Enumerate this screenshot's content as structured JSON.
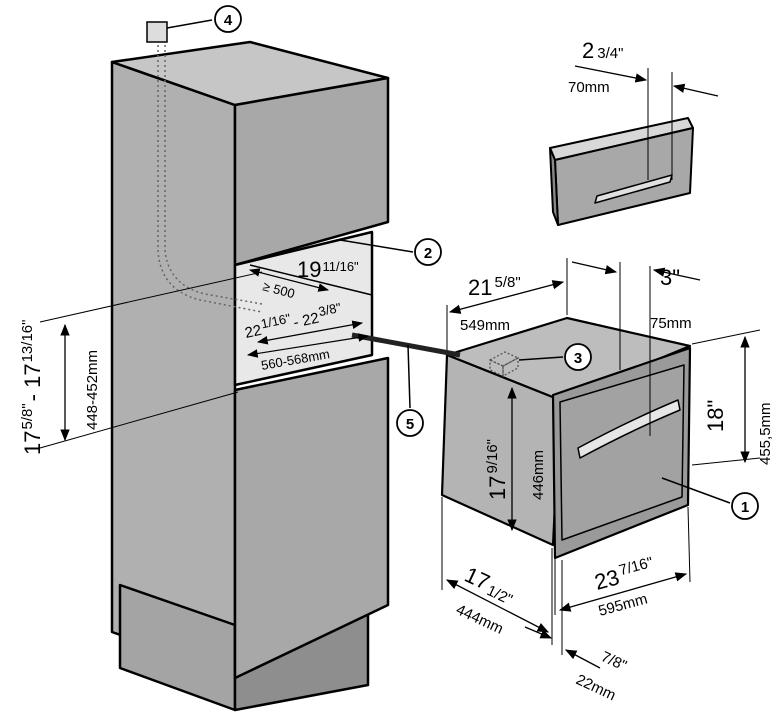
{
  "callouts": [
    "1",
    "2",
    "3",
    "4",
    "5"
  ],
  "dims": {
    "trim_width_in_whole": "2",
    "trim_width_in_frac": "3/4\"",
    "trim_width_mm": "70mm",
    "depth_in_whole": "21",
    "depth_in_frac": "5/8\"",
    "depth_mm": "549mm",
    "front_in": "3\"",
    "front_mm": "75mm",
    "height_in": "18\"",
    "height_mm": "455,5mm",
    "inner_height_in_whole": "17",
    "inner_height_in_frac": "9/16\"",
    "inner_height_mm": "446mm",
    "width_in_whole": "23",
    "width_in_frac": "7/16\"",
    "width_mm": "595mm",
    "body_depth_in_whole": "17",
    "body_depth_in_frac": "1/2\"",
    "body_depth_mm": "444mm",
    "overhang_in": "7/8\"",
    "overhang_mm": "22mm",
    "niche_depth_in_whole": "19",
    "niche_depth_in_frac": "11/16\"",
    "niche_depth_min": "≥ 500",
    "niche_width_in_a": "22",
    "niche_width_frac_a": "1/16\"",
    "niche_width_sep": "- 22",
    "niche_width_frac_b": "3/8\"",
    "niche_width_mm": "560-568mm",
    "niche_height_in_a": "17",
    "niche_height_frac_a": "5/8\"",
    "niche_height_sep": "- 17",
    "niche_height_frac_b": "13/16\"",
    "niche_height_mm": "448-452mm"
  }
}
